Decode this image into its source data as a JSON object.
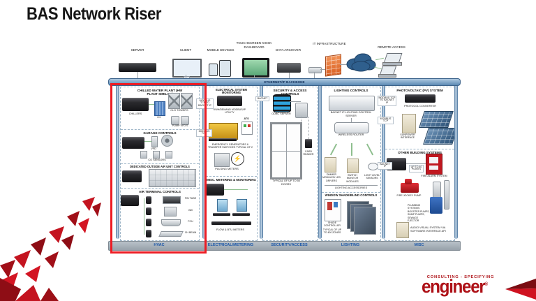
{
  "slide": {
    "title": "BAS Network Riser"
  },
  "backbone_label": "ETHERNET/IP BACKBONE",
  "top_devices": {
    "server": "SERVER",
    "client": "CLIENT",
    "mobile": "MOBILE DEVICES",
    "kiosk": "TOUCHSCREEN KIOSK DASHBOARD",
    "archiver": "DATA ARCHIVER",
    "it": "IT INFRASTRUCTURE",
    "remote": "REMOTE ACCESS"
  },
  "hvac": {
    "footer": "HVAC",
    "cwp_title": "CHILLED WATER PLANT (HW PLANT SIMILAR)",
    "chillers": "CHILLERS",
    "hx": "HX",
    "clg_towers": "CLG TOWERS",
    "pump_vfds": "PUMP VFD'S",
    "garage_title": "GARAGE CONTROLS",
    "vfd": "VFD",
    "co_sensors": "CO SENSORS",
    "doas_title": "DEDICATED OUTSIDE AIR UNIT CONTROLS",
    "atc_title": "AIR TERMINAL CONTROLS",
    "fin_tube": "FIN TUBE",
    "vav": "VAV",
    "fcu": "FCU",
    "ch_beam": "CH BEAM"
  },
  "electrical": {
    "footer": "ELECTRICAL/METERING",
    "esm_title": "ELECTRICAL SYSTEM MONITORING",
    "modbus_to_bacnet": "MODBUS TCP TO BACNET IP",
    "utility_meter": "KWH/DEMAND MODBUS/IP UTILITY",
    "ats": "ATS",
    "generators": "EMERGENCY GENERATORS & TRANSFER SWITCHES TYPICAL OF 2",
    "modbus_tcp": "MODBUS TCP",
    "pulsing_meters": "PULSING METERS",
    "bolt_icon": "⚡",
    "mmm_title": "MISC. METERING & MONITORING",
    "flow_btu": "FLOW & BTU METERS"
  },
  "security": {
    "footer": "SECURITY/ACCESS",
    "title": "SECURITY & ACCESS CONTROLS",
    "bacnet": "BACNET",
    "odbc_server": "ODBC SERVER",
    "card_reader": "CARD READER",
    "doors": "TYPICAL OF UP TO 50 DOORS"
  },
  "lighting": {
    "footer": "LIGHTING",
    "lc_title": "LIGHTING CONTROLS",
    "server": "BACNET IP LIGHTING CONTROL SERVER",
    "router": "WIRELESS ROUTER",
    "dimmers": "DIMMER MODULES/ LED DRIVERS",
    "switch_monitor": "SWITCH MONITOR MODULES",
    "light_sensors": "LIGHT LEVEL SENSORS",
    "accessories": "LIGHTING ACCESSORIES",
    "shade_title": "WINDOW SHADE/BLIND CONTROLS",
    "shade_controller": "SHADE CONTROLLER",
    "zones": "TYPICAL OF UP TO 400 ZONES"
  },
  "misc": {
    "footer": "MISC",
    "pv_title": "PHOTOVOLTAIC (PV) SYSTEM",
    "modbus_to_bacnet": "MODBUS TCP TO BACNET IP",
    "protocol_converter": "PROTOCOL CONVERTER",
    "modbus_tcp": "MODBUS TCP",
    "inverter": "SUNPOWER INTERFACE",
    "obs_title": "OTHER BUILDING SYSTEMS",
    "points": "UP TO 40 POINTS",
    "fire_alarm": "FIRE ALARM SYSTEM",
    "jockey_pump": "FIRE JOCKEY PUMP",
    "plumbing": "PLUMBING SYSTEMS: BOOSTER PUMPS, SUMP PUMPS, SEWAGE EJECTOR",
    "bacnet_ip": "BACNET IP",
    "av": "AUDIO VISUAL SYSTEM VIA SOFTWARE INTERFACE API"
  },
  "logo": {
    "line1": "CONSULTING - SPECIFYING",
    "line2": "engineer",
    "reg": "®"
  },
  "colors": {
    "brand_red": "#ae1117",
    "highlight_red": "#ed1c24",
    "backbone_blue": "#5d89b4",
    "footer_label_blue": "#1c57a8"
  }
}
